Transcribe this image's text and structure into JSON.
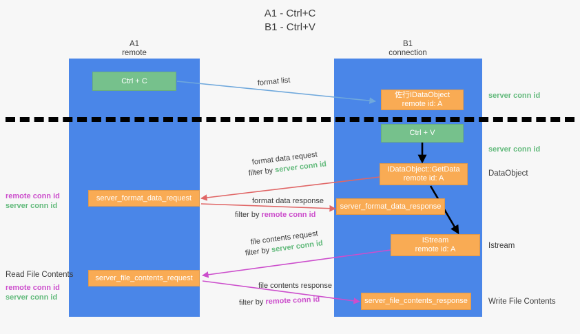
{
  "title": {
    "line1": "A1 - Ctrl+C",
    "line2": "B1 - Ctrl+V"
  },
  "colors": {
    "lane": "#4a86e8",
    "green_box": "#76c18c",
    "orange_box": "#f9ab54",
    "server_conn_id": "#63ba7c",
    "remote_conn_id": "#cc4ecc",
    "format_list_arrow": "#6fa8dc",
    "format_data_arrow": "#e06666",
    "file_contents_arrow": "#cc4ecc",
    "flow_arrow": "#000000",
    "background": "#f7f7f7",
    "text": "#3c3c3c"
  },
  "columns": [
    {
      "name": "A1",
      "sub": "remote"
    },
    {
      "name": "B1",
      "sub": "connection"
    }
  ],
  "boxes": {
    "ctrl_c": {
      "line1": "Ctrl + C",
      "line2": ""
    },
    "idataobject_top": {
      "line1": "佐行IDataObject",
      "line2": "remote id: A"
    },
    "ctrl_v": {
      "line1": "Ctrl + V",
      "line2": ""
    },
    "getdata": {
      "line1": "IDataObject::GetData",
      "line2": "remote id: A"
    },
    "istream": {
      "line1": "IStream",
      "line2": "remote id: A"
    },
    "server_format_data_request": {
      "line1": "server_format_data_request",
      "line2": ""
    },
    "server_format_data_response": {
      "line1": "server_format_data_response",
      "line2": ""
    },
    "server_file_contents_request": {
      "line1": "server_file_contents_request",
      "line2": ""
    },
    "server_file_contents_response": {
      "line1": "server_file_contents_response",
      "line2": ""
    }
  },
  "right_labels": {
    "server_conn_id_top": "server conn id",
    "server_conn_id_mid": "server conn id",
    "dataobject": "DataObject",
    "istream": "Istream",
    "write_file_contents": "Write File Contents"
  },
  "left_labels": {
    "format_remote": "remote conn id",
    "format_server": "server conn id",
    "read_file_contents": "Read File Contents",
    "file_remote": "remote conn id",
    "file_server": "server conn id"
  },
  "arrow_labels": {
    "format_list": "format list",
    "format_data_request": "format data request",
    "format_data_request_filter_prefix": "filter by ",
    "format_data_request_filter_value": "server conn id",
    "format_data_response": "format data response",
    "format_data_response_filter_prefix": "filter by ",
    "format_data_response_filter_value": "remote conn id",
    "file_contents_request": "file contents request",
    "file_contents_request_filter_prefix": "filter by ",
    "file_contents_request_filter_value": "server conn id",
    "file_contents_response": "file contents response",
    "file_contents_response_filter_prefix": "filter by ",
    "file_contents_response_filter_value": "remote conn id"
  }
}
